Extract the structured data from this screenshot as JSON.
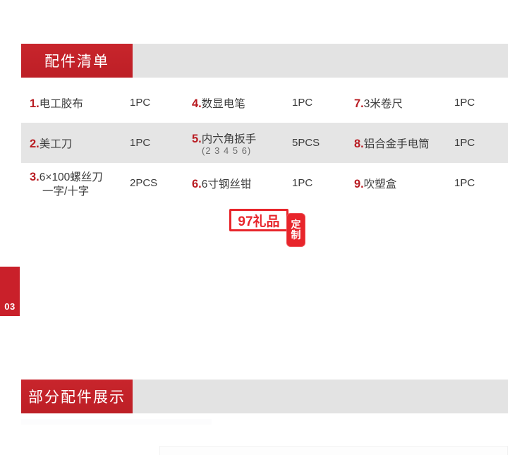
{
  "page": {
    "tab_number": "03",
    "accent_color": "#c9202a",
    "header_bar_color": "#e3e3e3",
    "stripe_color": "#e5e5e5",
    "index_color": "#b91c22"
  },
  "sections": [
    {
      "id": "parts-list",
      "title": "配件清单"
    },
    {
      "id": "parts-display",
      "title": "部分配件展示"
    }
  ],
  "parts_table": {
    "rows": [
      {
        "striped": false,
        "cells": [
          {
            "index": "1.",
            "name": "电工胶布",
            "sub": "",
            "qty": "1PC"
          },
          {
            "index": "4.",
            "name": "数显电笔",
            "sub": "",
            "qty": "1PC"
          },
          {
            "index": "7.",
            "name": "3米卷尺",
            "sub": "",
            "qty": "1PC"
          }
        ]
      },
      {
        "striped": true,
        "cells": [
          {
            "index": "2.",
            "name": "美工刀",
            "sub": "",
            "qty": "1PC"
          },
          {
            "index": "5.",
            "name": "内六角扳手",
            "sub": "(2 3 4 5 6)",
            "qty": "5PCS"
          },
          {
            "index": "8.",
            "name": "铝合金手电筒",
            "sub": "",
            "qty": "1PC"
          }
        ]
      },
      {
        "striped": false,
        "cells": [
          {
            "index": "3.",
            "name": "6×100螺丝刀",
            "sub": "一字/十字",
            "qty": "2PCS"
          },
          {
            "index": "6.",
            "name": "6寸钢丝钳",
            "sub": "",
            "qty": "1PC"
          },
          {
            "index": "9.",
            "name": "吹塑盒",
            "sub": "",
            "qty": "1PC"
          }
        ]
      }
    ]
  },
  "stamp": {
    "brand": "97礼品",
    "seal_char_1": "定",
    "seal_char_2": "制"
  }
}
